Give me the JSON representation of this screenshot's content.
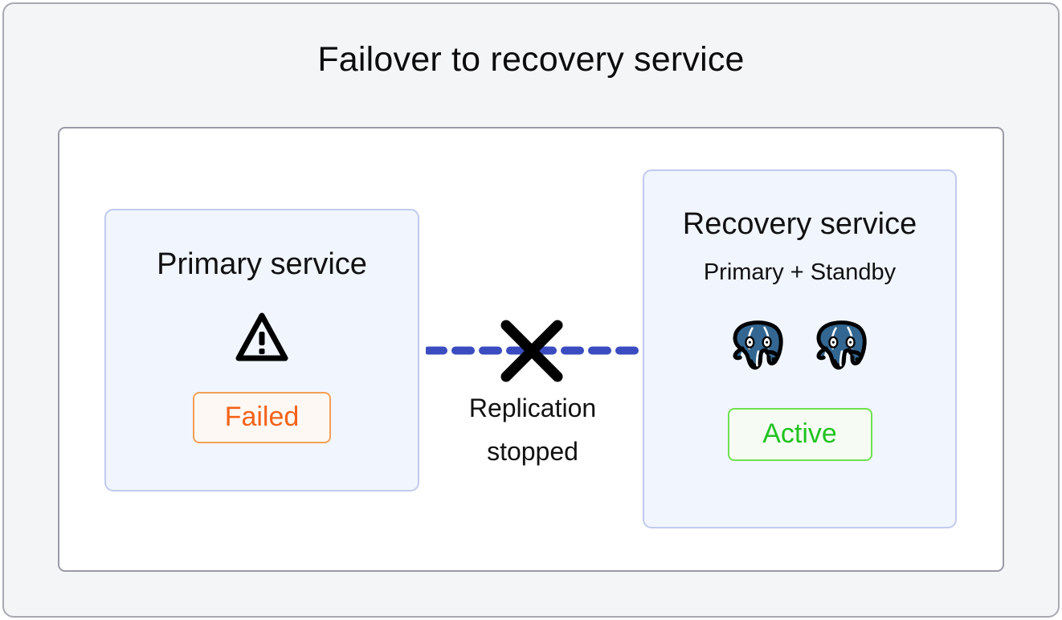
{
  "diagram": {
    "title": "Failover to recovery service",
    "background_color": "#f4f5f7",
    "panel_color": "#ffffff",
    "frame_border_color": "#a9a9b2"
  },
  "primary_service": {
    "title": "Primary service",
    "icon": "warning-triangle-icon",
    "status_label": "Failed",
    "status_color": "#f4621a",
    "status_border_color": "#f3a055",
    "card_bg": "#f1f5fe",
    "card_border": "#c0cbee"
  },
  "recovery_service": {
    "title": "Recovery service",
    "subtitle": "Primary + Standby",
    "nodes": [
      {
        "icon": "postgresql-elephant-icon",
        "role": "Primary"
      },
      {
        "icon": "postgresql-elephant-icon",
        "role": "Standby"
      }
    ],
    "status_label": "Active",
    "status_color": "#21c321",
    "status_border_color": "#6fe24f",
    "card_bg": "#f1f5fe",
    "card_border": "#c0cbee"
  },
  "replication_link": {
    "label_line1": "Replication",
    "label_line2": "stopped",
    "line_style": "dashed",
    "line_color": "#3b4cc0",
    "broken_marker": "x-mark-icon",
    "marker_color": "#000000"
  }
}
